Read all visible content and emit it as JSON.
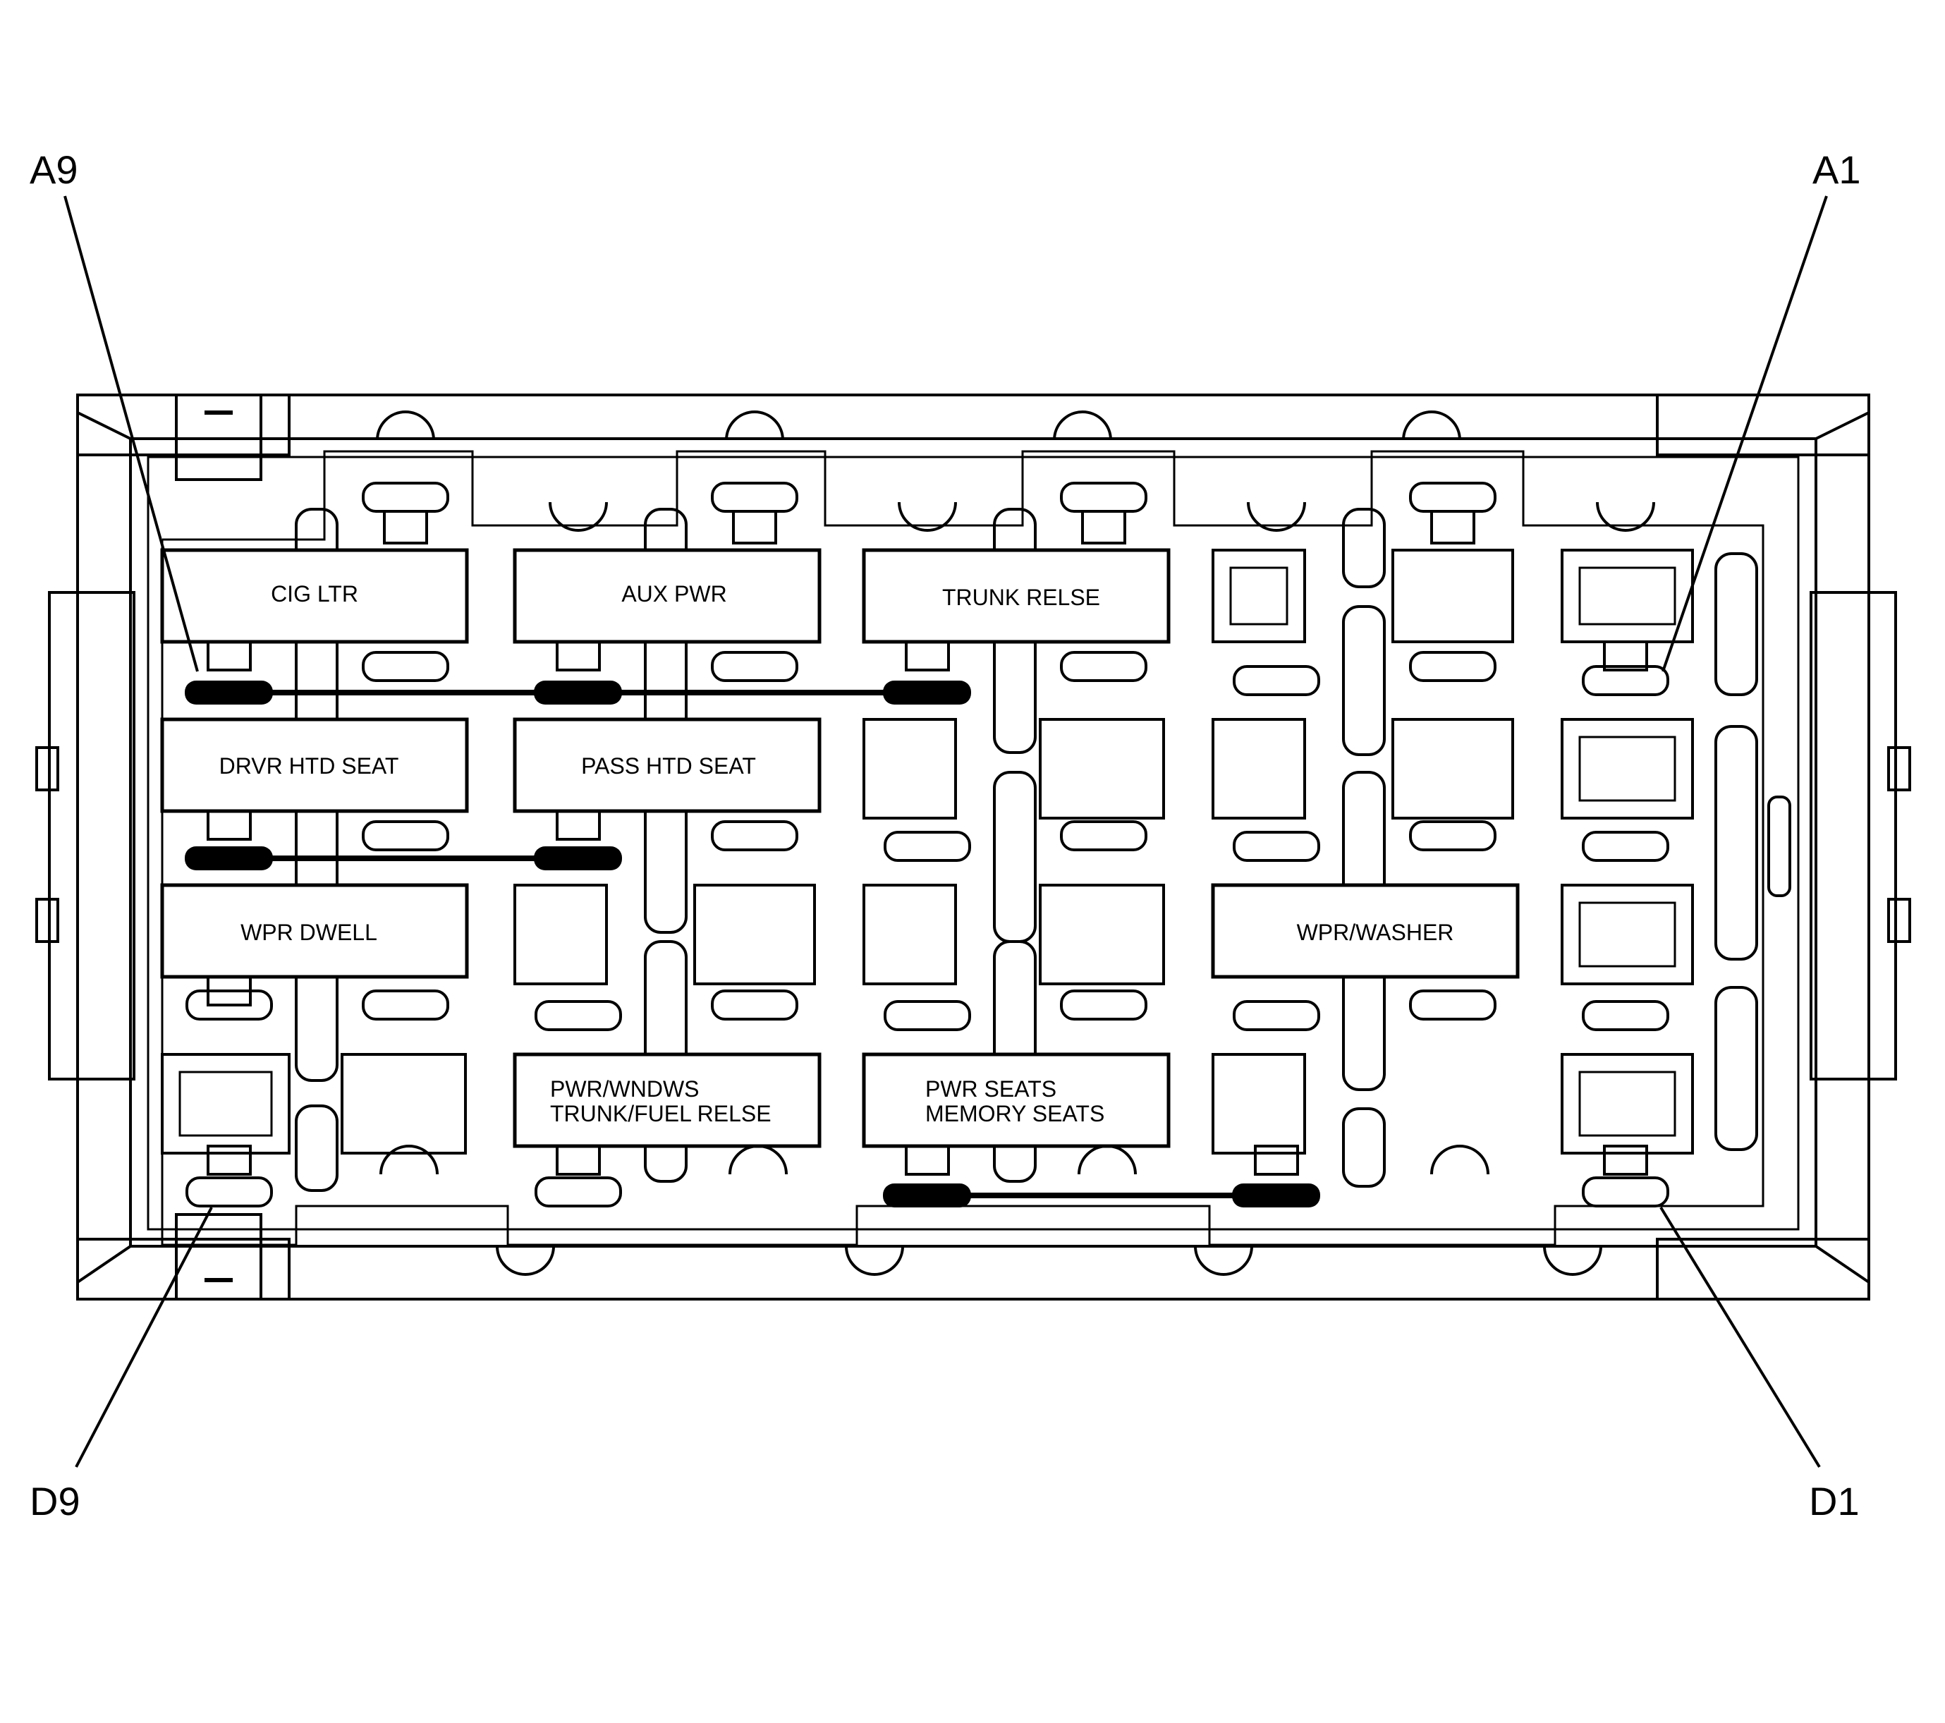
{
  "corner_labels": {
    "top_left": "A9",
    "top_right": "A1",
    "bottom_left": "D9",
    "bottom_right": "D1"
  },
  "relays": {
    "cig_ltr": {
      "label": "CIG LTR"
    },
    "aux_pwr": {
      "label": "AUX PWR"
    },
    "trunk_relse": {
      "label": "TRUNK RELSE"
    },
    "drvr_htd_seat": {
      "label": "DRVR HTD SEAT"
    },
    "pass_htd_seat": {
      "label": "PASS HTD SEAT"
    },
    "wpr_dwell": {
      "label": "WPR DWELL"
    },
    "wpr_washer": {
      "label": "WPR/WASHER"
    },
    "pwr_wndws": {
      "line1": "PWR/WNDWS",
      "line2": "TRUNK/FUEL RELSE"
    },
    "pwr_seats": {
      "line1": "PWR SEATS",
      "line2": "MEMORY SEATS"
    }
  },
  "colors": {
    "line": "#000000",
    "background": "#ffffff",
    "jumper": "#000000"
  }
}
